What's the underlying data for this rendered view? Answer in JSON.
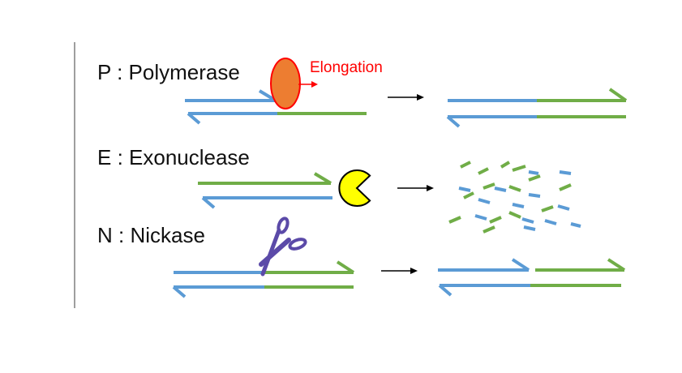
{
  "sections": {
    "polymerase": {
      "label": "P : Polymerase",
      "annotation": "Elongation"
    },
    "exonuclease": {
      "label": "E : Exonuclease"
    },
    "nickase": {
      "label": "N : Nickase"
    }
  },
  "colors": {
    "blue_strand": "#5b9bd5",
    "green_strand": "#70ad47",
    "polymerase": "#ed7d31",
    "polymerase_outline": "#ff0000",
    "annotation": "#ff0000",
    "exonuclease": "#ffff00",
    "scissors": "#5b4aa8",
    "arrow": "#000000",
    "divider": "#7f7f7f"
  },
  "icons": {
    "polymerase": "orange-ellipse",
    "exonuclease": "pacman",
    "nickase": "scissors"
  }
}
